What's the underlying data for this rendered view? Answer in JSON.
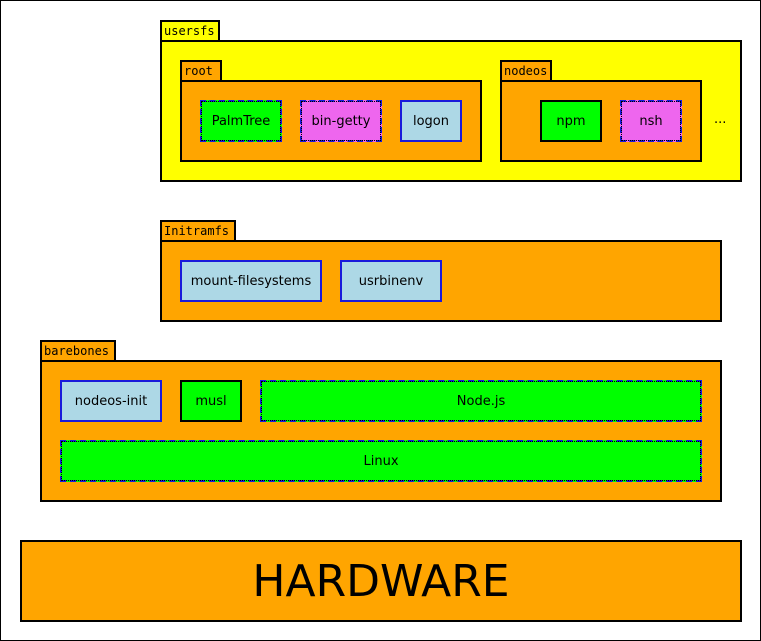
{
  "colors": {
    "yellow": "#ffff00",
    "orange": "#ffa500",
    "green": "#00ff00",
    "magenta": "#ee66ee",
    "lightblue": "#add8e6",
    "blue_border": "#1a1adb"
  },
  "usersfs": {
    "label": "usersfs",
    "root": {
      "label": "root",
      "items": [
        "PalmTree",
        "bin-getty",
        "logon"
      ]
    },
    "nodeos": {
      "label": "nodeos",
      "items": [
        "npm",
        "nsh"
      ]
    },
    "more": "..."
  },
  "initramfs": {
    "label": "Initramfs",
    "items": [
      "mount-filesystems",
      "usrbinenv"
    ]
  },
  "barebones": {
    "label": "barebones",
    "items": [
      "nodeos-init",
      "musl",
      "Node.js",
      "Linux"
    ]
  },
  "hardware": {
    "label": "HARDWARE"
  }
}
